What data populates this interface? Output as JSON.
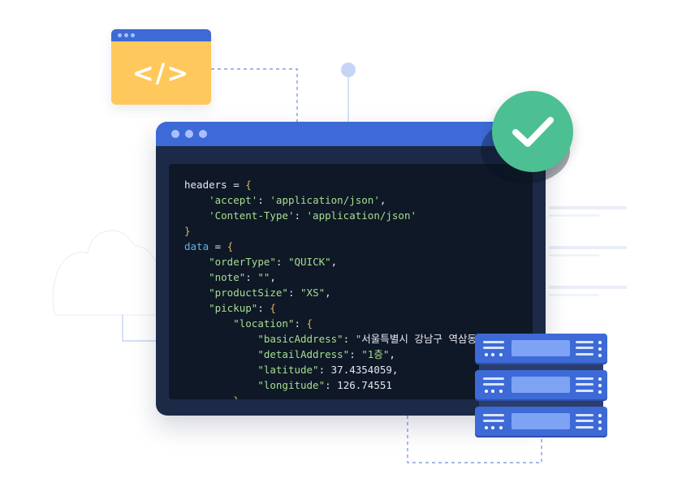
{
  "mini_window": {
    "glyph": "</>"
  },
  "code": {
    "lines": [
      "headers = {",
      "    'accept': 'application/json',",
      "    'Content-Type': 'application/json'",
      "}",
      "data = {",
      "    \"orderType\": \"QUICK\",",
      "    \"note\": \"\",",
      "    \"productSize\": \"XS\",",
      "    \"pickup\": {",
      "        \"location\": {",
      "            \"basicAddress\": \"서울특별시 강남구 역삼동",
      "            \"detailAddress\": \"1층\",",
      "            \"latitude\": 37.4354059,",
      "            \"longitude\": 126.74551",
      "        },"
    ]
  },
  "icons": {
    "code_window": "code-brackets-icon",
    "status": "checkmark-icon",
    "cloud": "cloud-icon",
    "servers": "server-rack-icon"
  },
  "colors": {
    "accent_blue": "#3d6ad6",
    "success_green": "#4cc093",
    "code_yellow": "#ffc85c",
    "editor_dark": "#1c2a48"
  }
}
